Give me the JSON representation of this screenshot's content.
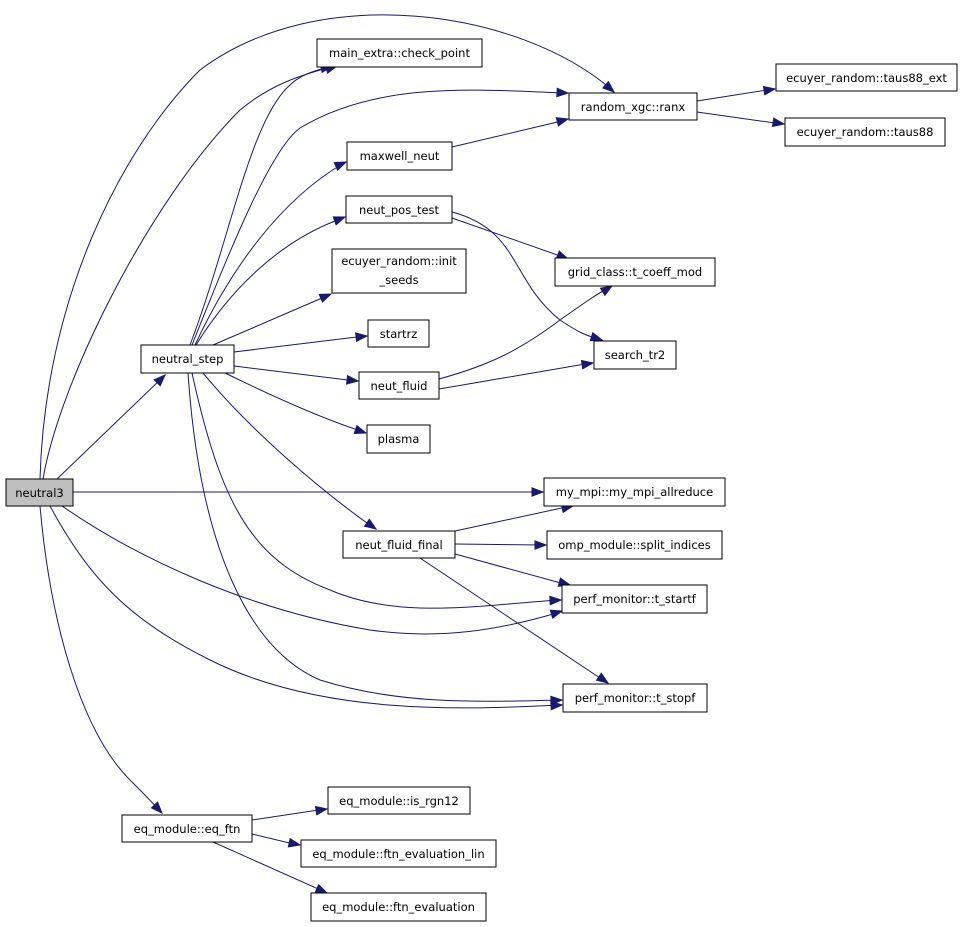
{
  "graph": {
    "colors": {
      "edge": "#191970",
      "node_border": "#000000",
      "node_fill": "#ffffff",
      "root_fill": "#bfbfbf"
    },
    "nodes": {
      "neutral3": {
        "label": "neutral3"
      },
      "neutral_step": {
        "label": "neutral_step"
      },
      "eq_ftn": {
        "label": "eq_module::eq_ftn"
      },
      "check_point": {
        "label": "main_extra::check_point"
      },
      "ranx": {
        "label": "random_xgc::ranx"
      },
      "taus88_ext": {
        "label": "ecuyer_random::taus88_ext"
      },
      "taus88": {
        "label": "ecuyer_random::taus88"
      },
      "maxwell_neut": {
        "label": "maxwell_neut"
      },
      "neut_pos_test": {
        "label": "neut_pos_test"
      },
      "init_seeds": {
        "label_line1": "ecuyer_random::init",
        "label_line2": "_seeds"
      },
      "t_coeff_mod": {
        "label": "grid_class::t_coeff_mod"
      },
      "startrz": {
        "label": "startrz"
      },
      "search_tr2": {
        "label": "search_tr2"
      },
      "neut_fluid": {
        "label": "neut_fluid"
      },
      "plasma": {
        "label": "plasma"
      },
      "my_mpi_allreduce": {
        "label": "my_mpi::my_mpi_allreduce"
      },
      "neut_fluid_final": {
        "label": "neut_fluid_final"
      },
      "split_indices": {
        "label": "omp_module::split_indices"
      },
      "t_startf": {
        "label": "perf_monitor::t_startf"
      },
      "t_stopf": {
        "label": "perf_monitor::t_stopf"
      },
      "is_rgn12": {
        "label": "eq_module::is_rgn12"
      },
      "ftn_evaluation_lin": {
        "label": "eq_module::ftn_evaluation_lin"
      },
      "ftn_evaluation": {
        "label": "eq_module::ftn_evaluation"
      }
    },
    "edges": [
      [
        "neutral3",
        "neutral_step"
      ],
      [
        "neutral3",
        "check_point"
      ],
      [
        "neutral3",
        "ranx"
      ],
      [
        "neutral3",
        "my_mpi_allreduce"
      ],
      [
        "neutral3",
        "t_startf"
      ],
      [
        "neutral3",
        "t_stopf"
      ],
      [
        "neutral3",
        "eq_ftn"
      ],
      [
        "neutral_step",
        "check_point"
      ],
      [
        "neutral_step",
        "ranx"
      ],
      [
        "neutral_step",
        "maxwell_neut"
      ],
      [
        "neutral_step",
        "neut_pos_test"
      ],
      [
        "neutral_step",
        "init_seeds"
      ],
      [
        "neutral_step",
        "startrz"
      ],
      [
        "neutral_step",
        "neut_fluid"
      ],
      [
        "neutral_step",
        "plasma"
      ],
      [
        "neutral_step",
        "neut_fluid_final"
      ],
      [
        "neutral_step",
        "t_startf"
      ],
      [
        "neutral_step",
        "t_stopf"
      ],
      [
        "ranx",
        "taus88_ext"
      ],
      [
        "ranx",
        "taus88"
      ],
      [
        "maxwell_neut",
        "ranx"
      ],
      [
        "neut_pos_test",
        "t_coeff_mod"
      ],
      [
        "neut_pos_test",
        "search_tr2"
      ],
      [
        "neut_fluid",
        "t_coeff_mod"
      ],
      [
        "neut_fluid",
        "search_tr2"
      ],
      [
        "neut_fluid_final",
        "my_mpi_allreduce"
      ],
      [
        "neut_fluid_final",
        "split_indices"
      ],
      [
        "neut_fluid_final",
        "t_startf"
      ],
      [
        "neut_fluid_final",
        "t_stopf"
      ],
      [
        "eq_ftn",
        "is_rgn12"
      ],
      [
        "eq_ftn",
        "ftn_evaluation_lin"
      ],
      [
        "eq_ftn",
        "ftn_evaluation"
      ]
    ]
  }
}
